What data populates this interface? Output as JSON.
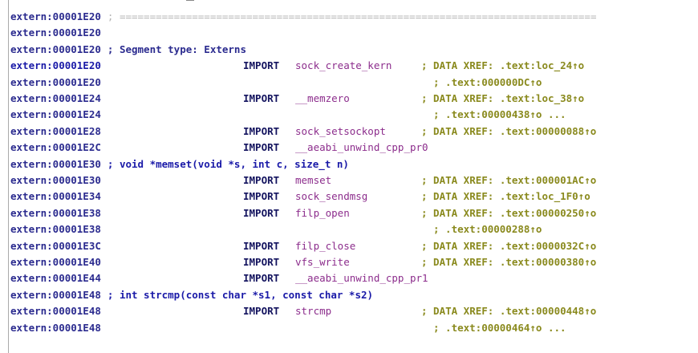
{
  "lines": [
    {
      "addr": "extern:00001E20",
      "text": "; ==============================================================================="
    },
    {
      "addr": "extern:00001E20"
    },
    {
      "addr": "extern:00001E20",
      "text": "; Segment type: Externs"
    },
    {
      "addr": "extern:00001E20",
      "kw": "IMPORT",
      "sym": "sock_create_kern",
      "ref": "; DATA XREF: .text:loc_24↑o"
    },
    {
      "addr": "extern:00001E20",
      "ref2": "; .text:000000DC↑o"
    },
    {
      "addr": "extern:00001E24",
      "kw": "IMPORT",
      "sym": "__memzero",
      "ref": "; DATA XREF: .text:loc_38↑o"
    },
    {
      "addr": "extern:00001E24",
      "ref2": "; .text:00000438↑o ..."
    },
    {
      "addr": "extern:00001E28",
      "kw": "IMPORT",
      "sym": "sock_setsockopt",
      "ref": "; DATA XREF: .text:00000088↑o"
    },
    {
      "addr": "extern:00001E2C",
      "kw": "IMPORT",
      "sym": "__aeabi_unwind_cpp_pr0"
    },
    {
      "addr": "extern:00001E30",
      "proto": "; void *memset(void *s, int c, size_t n)"
    },
    {
      "addr": "extern:00001E30",
      "kw": "IMPORT",
      "sym": "memset",
      "ref": "; DATA XREF: .text:000001AC↑o"
    },
    {
      "addr": "extern:00001E34",
      "kw": "IMPORT",
      "sym": "sock_sendmsg",
      "ref": "; DATA XREF: .text:loc_1F0↑o"
    },
    {
      "addr": "extern:00001E38",
      "kw": "IMPORT",
      "sym": "filp_open",
      "ref": "; DATA XREF: .text:00000250↑o"
    },
    {
      "addr": "extern:00001E38",
      "ref2": "; .text:00000288↑o"
    },
    {
      "addr": "extern:00001E3C",
      "kw": "IMPORT",
      "sym": "filp_close",
      "ref": "; DATA XREF: .text:0000032C↑o"
    },
    {
      "addr": "extern:00001E40",
      "kw": "IMPORT",
      "sym": "vfs_write",
      "ref": "; DATA XREF: .text:00000380↑o"
    },
    {
      "addr": "extern:00001E44",
      "kw": "IMPORT",
      "sym": "__aeabi_unwind_cpp_pr1"
    },
    {
      "addr": "extern:00001E48",
      "proto": "; int strcmp(const char *s1, const char *s2)"
    },
    {
      "addr": "extern:00001E48",
      "kw": "IMPORT",
      "sym": "strcmp",
      "ref": "; DATA XREF: .text:00000448↑o"
    },
    {
      "addr": "extern:00001E48",
      "ref2": "; .text:00000464↑o ..."
    }
  ],
  "colors": {
    "address": "#2b2b8f",
    "symbol": "#8c2d8c",
    "xref": "#8a8a1e"
  }
}
